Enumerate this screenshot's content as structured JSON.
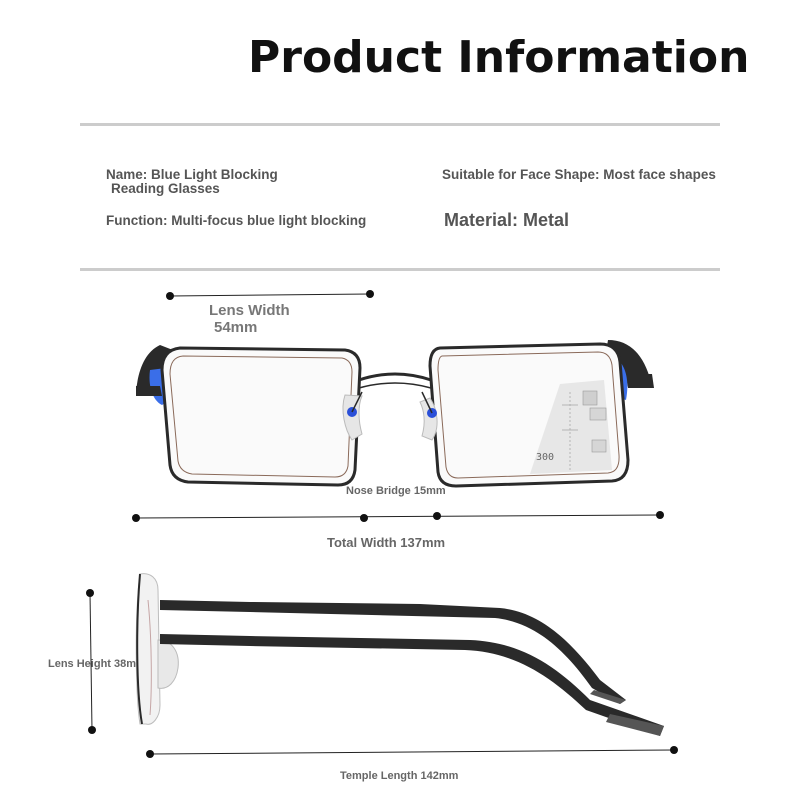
{
  "title": "Product Information",
  "info": {
    "name_line1": "Name: Blue Light Blocking",
    "name_line2": "Reading Glasses",
    "function": "Function: Multi-focus blue light blocking",
    "face_shape": "Suitable for Face Shape: Most face shapes",
    "material": "Material: Metal"
  },
  "dimensions": {
    "lens_width_label": "Lens Width",
    "lens_width_value": "54mm",
    "nose_bridge": "Nose Bridge 15mm",
    "total_width": "Total Width 137mm",
    "lens_height": "Lens Height 38mm",
    "temple_length": "Temple Length 142mm"
  },
  "lens_zone_label": "300",
  "colors": {
    "frame": "#2a2a2a",
    "nose_pad_accent": "#2a4fd8",
    "temple_tip_accent": "#3a6ee8",
    "divider": "#cccccc"
  }
}
